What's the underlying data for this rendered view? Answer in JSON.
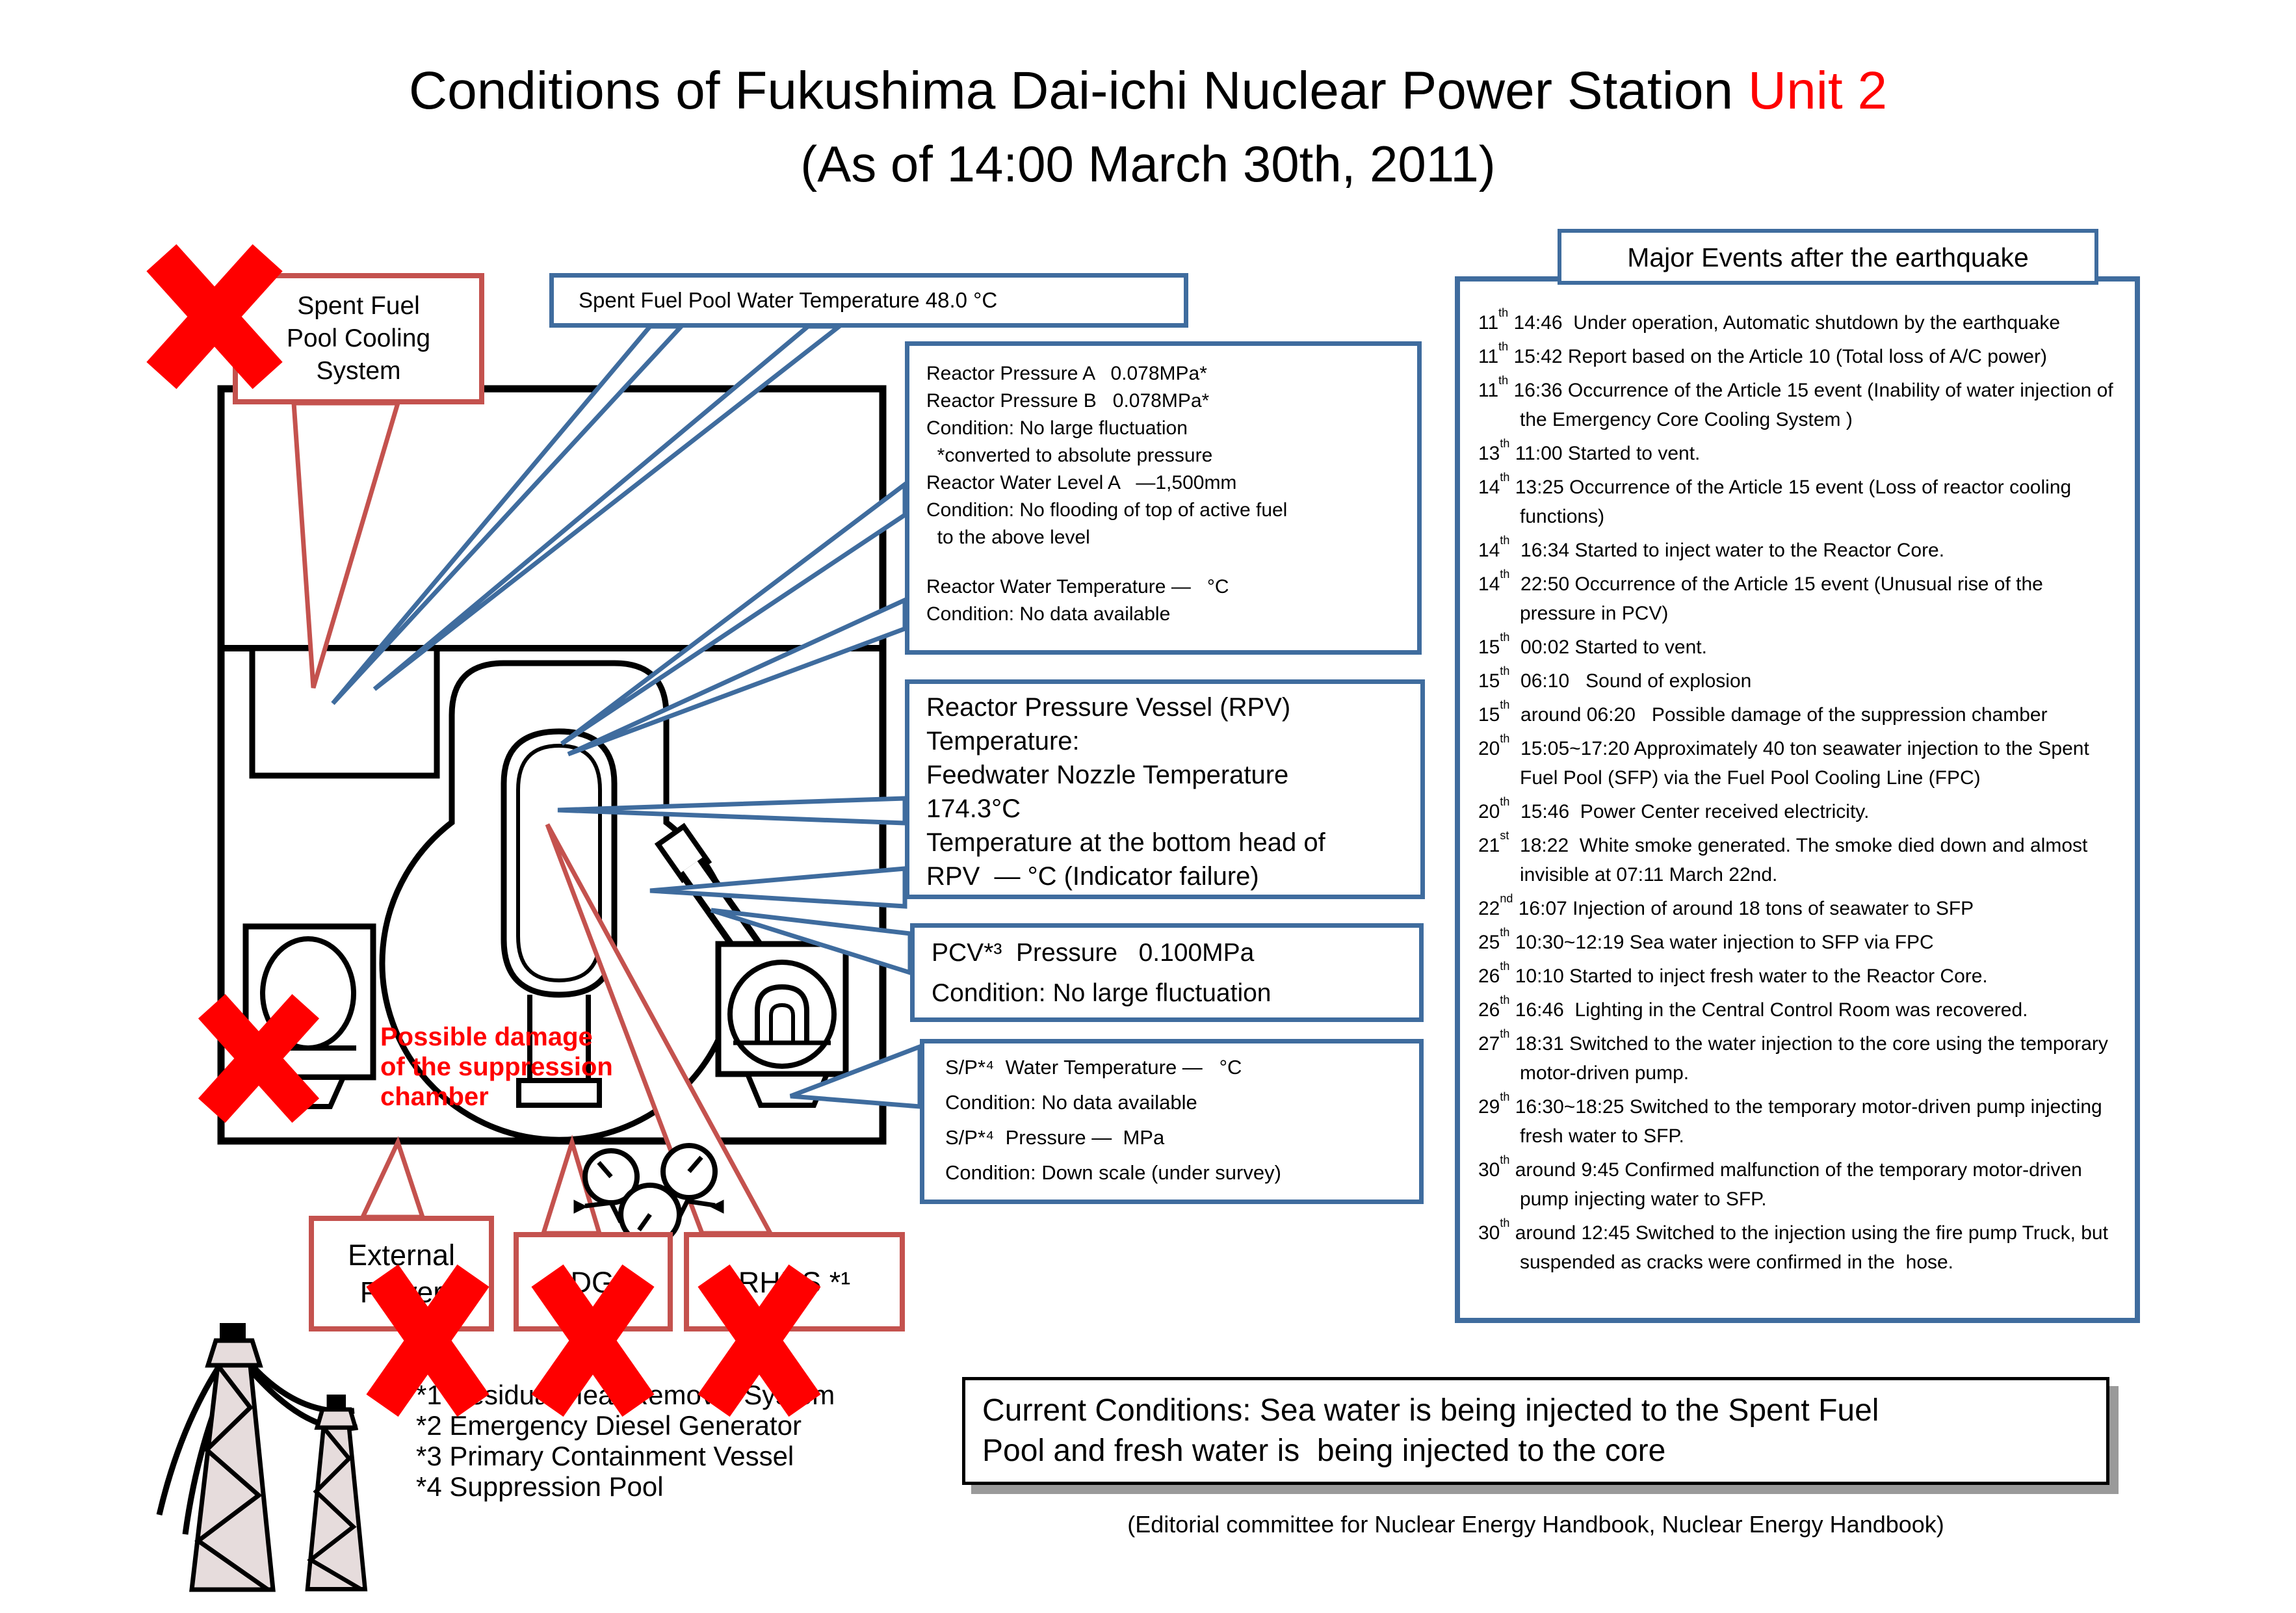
{
  "title": {
    "line1_black": "Conditions of Fukushima Dai-ichi Nuclear Power Station ",
    "line1_red": "Unit 2",
    "line2": "(As of 14:00 March 30th, 2011)"
  },
  "colors": {
    "accent_blue": "#3f6c9e",
    "accent_red": "#c4524e",
    "alert_red": "#ff0000",
    "shadow_gray": "#9a9a9a"
  },
  "callouts": {
    "sfp_cooling": {
      "lines": [
        "Spent Fuel",
        "Pool Cooling",
        "System"
      ]
    },
    "sfp_temp": {
      "text": "Spent Fuel Pool Water Temperature  48.0  °C"
    },
    "reactor_pressure": {
      "lines": [
        "Reactor Pressure A   0.078MPa*",
        "Reactor Pressure B   0.078MPa*",
        "Condition: No large fluctuation",
        "  *converted to absolute pressure",
        "Reactor Water Level A   —1,500mm",
        "Condition: No flooding of top of active fuel",
        "  to the above level",
        "",
        "Reactor Water Temperature —   °C",
        "Condition: No data available"
      ]
    },
    "rpv_temp": {
      "lines": [
        "Reactor Pressure Vessel (RPV)",
        "Temperature:",
        "Feedwater Nozzle Temperature",
        "174.3°C",
        "Temperature at the bottom head of",
        "RPV  — °C (Indicator failure)"
      ]
    },
    "pcv": {
      "lines": [
        "PCV*³  Pressure   0.100MPa",
        "Condition: No large fluctuation"
      ]
    },
    "sp": {
      "lines": [
        "S/P*⁴  Water Temperature —   °C",
        "Condition: No data available",
        "S/P*⁴  Pressure —  MPa",
        "Condition: Down scale (under survey)"
      ]
    },
    "possible_damage": {
      "lines": [
        "Possible damage",
        "of the suppression",
        "chamber"
      ]
    },
    "external_power": {
      "lines": [
        "External",
        "Power"
      ]
    },
    "edg": {
      "text": "EDG*²"
    },
    "rhrs": {
      "text": "RHRS *¹"
    }
  },
  "footnotes": {
    "lines": [
      "*1 Residual Heat Removal System",
      "*2 Emergency Diesel Generator",
      "*3 Primary Containment Vessel",
      "*4 Suppression Pool"
    ]
  },
  "events_panel": {
    "header": "Major Events after the earthquake",
    "events": [
      {
        "d": "11",
        "o": "th",
        "t": "14:46  Under operation, Automatic shutdown by the earthquake"
      },
      {
        "d": "11",
        "o": "th",
        "t": "15:42 Report based on the Article 10 (Total loss of A/C power)"
      },
      {
        "d": "11",
        "o": "th",
        "t": "16:36 Occurrence of the Article 15 event (Inability of water injection of the Emergency Core Cooling System )"
      },
      {
        "d": "13",
        "o": "th",
        "t": "11:00 Started to vent."
      },
      {
        "d": "14",
        "o": "th",
        "t": "13:25 Occurrence of the Article 15 event (Loss of reactor cooling functions)"
      },
      {
        "d": "14",
        "o": "th",
        "t": " 16:34 Started to inject water to the Reactor Core."
      },
      {
        "d": "14",
        "o": "th",
        "t": " 22:50 Occurrence of the Article 15 event (Unusual rise of the pressure in PCV)"
      },
      {
        "d": "15",
        "o": "th",
        "t": " 00:02 Started to vent."
      },
      {
        "d": "15",
        "o": "th",
        "t": " 06:10   Sound of explosion"
      },
      {
        "d": "15",
        "o": "th",
        "t": " around 06:20   Possible damage of the suppression chamber"
      },
      {
        "d": "20",
        "o": "th",
        "t": " 15:05~17:20 Approximately 40 ton seawater injection to the Spent Fuel Pool (SFP) via the Fuel Pool Cooling Line (FPC)"
      },
      {
        "d": "20",
        "o": "th",
        "t": " 15:46  Power Center received electricity."
      },
      {
        "d": "21",
        "o": "st",
        "t": " 18:22  White smoke generated. The smoke died down and almost invisible at 07:11 March 22nd."
      },
      {
        "d": "22",
        "o": "nd",
        "t": "16:07 Injection of around 18 tons of seawater to SFP"
      },
      {
        "d": "25",
        "o": "th",
        "t": "10:30~12:19 Sea water injection to SFP via FPC"
      },
      {
        "d": "26",
        "o": "th",
        "t": "10:10 Started to inject fresh water to the Reactor Core."
      },
      {
        "d": "26",
        "o": "th",
        "t": "16:46  Lighting in the Central Control Room was recovered."
      },
      {
        "d": "27",
        "o": "th",
        "t": "18:31 Switched to the water injection to the core using the temporary motor-driven pump."
      },
      {
        "d": "29",
        "o": "th",
        "t": "16:30~18:25 Switched to the temporary motor-driven pump injecting fresh water to SFP."
      },
      {
        "d": "30",
        "o": "th",
        "t": "around 9:45 Confirmed malfunction of the temporary motor-driven pump injecting water to SFP."
      },
      {
        "d": "30",
        "o": "th",
        "t": "around 12:45 Switched to the injection using the fire pump Truck, but suspended as cracks were confirmed in the  hose."
      }
    ]
  },
  "current_conditions": {
    "lines": [
      "Current Conditions: Sea water is being injected to the Spent Fuel",
      "Pool and fresh water is  being injected to the core"
    ]
  },
  "editorial_note": "(Editorial committee for Nuclear Energy Handbook, Nuclear Energy Handbook)"
}
